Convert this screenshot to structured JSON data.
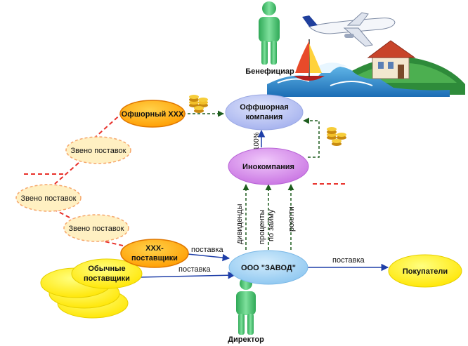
{
  "nodes": {
    "offshore_xxx": "Офшорный ХХХ",
    "offshore_company_line1": "Оффшорная",
    "offshore_company_line2": "компания",
    "incompany": "Инокомпания",
    "zavod": "ООО \"ЗАВОД\"",
    "buyers": "Покупатели",
    "supply_link_1": "Звено поставок",
    "supply_link_2": "Звено поставок",
    "supply_link_3": "Звено поставок",
    "xxx_suppliers_line1": "ХХХ-",
    "xxx_suppliers_line2": "поставщики",
    "regular_suppliers_line1": "Обычные",
    "regular_suppliers_line2": "поставщики"
  },
  "people": {
    "beneficiary": "Бенефициар",
    "director": "Директор"
  },
  "edges": {
    "percent": "100%",
    "supply_top": "поставка",
    "supply_bottom": "поставка",
    "supply_buyers": "поставка",
    "dividends": "дивиденды",
    "interest_line1": "проценты",
    "interest_line2": "по займу",
    "royalty": "роялти"
  },
  "colors": {
    "orange_fill": "#ffb300",
    "orange_stroke": "#e07800",
    "violet_fill": "#d08ae6",
    "lavender_fill": "#b9c3f2",
    "light_blue_fill": "#a9d6f5",
    "yellow_fill": "#ffee00",
    "pale_fill": "#ffe9a8",
    "red_dash": "#e8302a",
    "green_arrow": "#1e5d1e",
    "blue_arrow": "#1f3fa8",
    "person": "#44c06c"
  },
  "icons": {
    "coins_1": "coins-icon",
    "coins_2": "coins-icon",
    "vacation": "vacation-scene-icon",
    "beneficiary": "person-icon",
    "director": "person-icon"
  }
}
